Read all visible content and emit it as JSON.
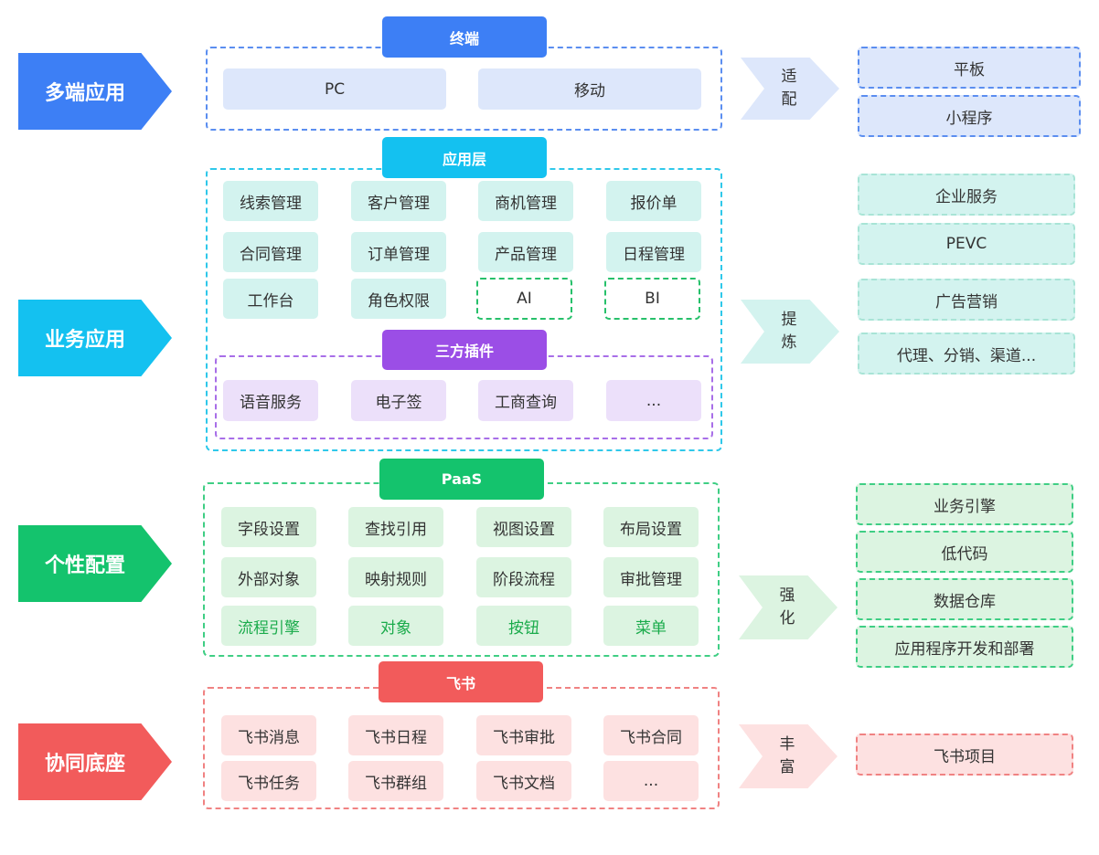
{
  "layers": {
    "multi": {
      "label": "多端应用",
      "header": "终端",
      "cells": [
        "PC",
        "移动"
      ],
      "verb": [
        "适",
        "配"
      ],
      "side": [
        "平板",
        "小程序"
      ]
    },
    "business": {
      "label": "业务应用",
      "header": "应用层",
      "cells": [
        "线索管理",
        "客户管理",
        "商机管理",
        "报价单",
        "合同管理",
        "订单管理",
        "产品管理",
        "日程管理",
        "工作台",
        "角色权限",
        "AI",
        "BI"
      ],
      "plugin_header": "三方插件",
      "plugin_cells": [
        "语音服务",
        "电子签",
        "工商查询",
        "..."
      ],
      "verb": [
        "提",
        "炼"
      ],
      "side": [
        "企业服务",
        "PEVC",
        "广告营销",
        "代理、分销、渠道..."
      ]
    },
    "custom": {
      "label": "个性配置",
      "header": "PaaS",
      "cells": [
        "字段设置",
        "查找引用",
        "视图设置",
        "布局设置",
        "外部对象",
        "映射规则",
        "阶段流程",
        "审批管理",
        "流程引擎",
        "对象",
        "按钮",
        "菜单"
      ],
      "verb": [
        "强",
        "化"
      ],
      "side": [
        "业务引擎",
        "低代码",
        "数据仓库",
        "应用程序开发和部署"
      ]
    },
    "collab": {
      "label": "协同底座",
      "header": "飞书",
      "cells": [
        "飞书消息",
        "飞书日程",
        "飞书审批",
        "飞书合同",
        "飞书任务",
        "飞书群组",
        "飞书文档",
        "..."
      ],
      "verb": [
        "丰",
        "富"
      ],
      "side": [
        "飞书项目"
      ]
    }
  },
  "colors": {
    "blue": "#3d7ff5",
    "blue_light": "#dde7fb",
    "cyan": "#14c1f0",
    "cyan_light": "#d3f3ef",
    "purple": "#9b4ee6",
    "purple_light": "#ece0fa",
    "green": "#14c36d",
    "green_light": "#dcf4e1",
    "green_text": "#1aab4b",
    "red": "#f25b5b",
    "red_light": "#fde1e1"
  }
}
